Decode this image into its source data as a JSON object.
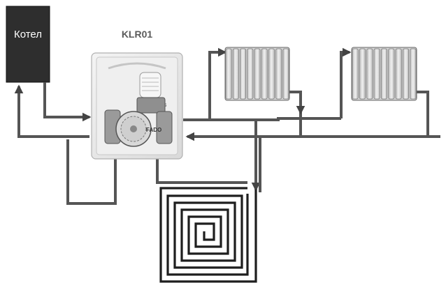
{
  "boiler": {
    "label": "Котел"
  },
  "module": {
    "title": "KLR01",
    "brand": "FADO",
    "scale_marks": "4 5"
  },
  "colors": {
    "pipe": "#555555",
    "pipe_dark": "#3a3a3a",
    "boiler": "#2e2e2e",
    "radiator": "#d6d6d6",
    "box": "#e9e9e9"
  },
  "components": [
    "boiler",
    "mixing-module",
    "radiator-left",
    "radiator-right",
    "underfloor-heating-coil"
  ]
}
